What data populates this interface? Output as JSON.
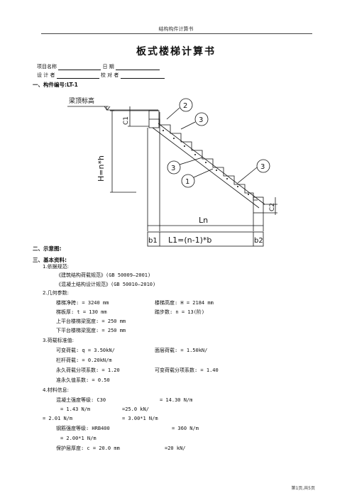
{
  "header": {
    "running_title": "结构构件计算书"
  },
  "doc_title": "板式楼梯计算书",
  "meta": {
    "project_label": "项目名称",
    "date_label": "日      期",
    "designer_label": "设  计  者",
    "checker_label": "校  对  者"
  },
  "section1": {
    "label": "一、构件编号:LT-1"
  },
  "diagram": {
    "stamp_label": "梁顶标高",
    "h_label": "H=n*h",
    "c1_label": "C1",
    "c2_label": "C2",
    "ln_label": "Ln",
    "b1_label": "b1",
    "b2_label": "b2",
    "l1_label": "L1=(n-1)*b",
    "callouts": [
      "2",
      "3",
      "3",
      "1",
      "3"
    ]
  },
  "section2": {
    "label": "二、示意图:"
  },
  "section3": {
    "label": "三、基本资料:"
  },
  "basics": {
    "item1_label": "1.依据规范:",
    "code1": "《建筑结构荷载规范》(GB 50009—2001)",
    "code2": "《混凝土结构设计规范》(GB 50010—2010)",
    "item2_label": "2.几何参数:",
    "geo_row1_left": "楼梯净跨:  = 3240 mm",
    "geo_row1_right": "楼梯高度: H = 2184 mm",
    "geo_row2_left": "梯板厚: t = 130 mm",
    "geo_row2_right": "踏步数: n = 13(阶)",
    "geo_row3": "上平台楼梯梁宽度:  = 250 mm",
    "geo_row4": "下平台楼梯梁宽度:  = 250 mm",
    "item3_label": "3.荷载标准值:",
    "load_row1_left": "可变荷载: q = 3.50kN/",
    "load_row1_right": "面层荷载:  = 1.50kN/",
    "load_row2": "栏杆荷载:  = 0.20kN/m",
    "load_row3_left": "永久荷载分项系数:  = 1.20",
    "load_row3_right": "可变荷载分项系数:  = 1.40",
    "load_row4": "准永久值系数:  = 0.50",
    "item4_label": "4.材料信息:",
    "mat_row1_left": "混凝土强度等级: C30",
    "mat_row1_right": "= 14.30 N/m",
    "mat_row2_left": "= 1.43 N/m",
    "mat_row2_right": "=25.0 kN/",
    "mat_row3_left": "= 2.01 N/m",
    "mat_row3_right": "= 3.00*1 N/m",
    "mat_row4_left": "钢筋强度等级: HRB400",
    "mat_row4_right": "= 360 N/m",
    "mat_row5": "= 2.00*1 N/m",
    "mat_row6_left": "保护层厚度: c = 20.0 mm",
    "mat_row6_right": "=20 kN/"
  },
  "footer": {
    "page_label": "第1页,共5页"
  }
}
